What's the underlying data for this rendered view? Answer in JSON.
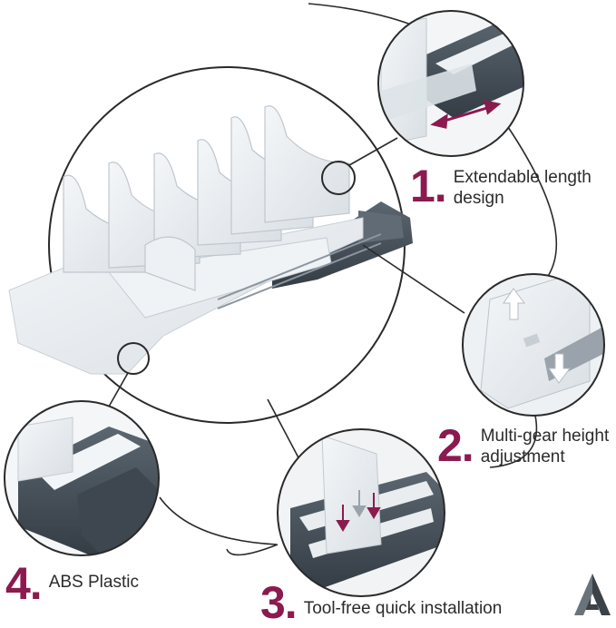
{
  "features": [
    {
      "number": "1.",
      "label": "Extendable length design"
    },
    {
      "number": "2.",
      "label": "Multi-gear height adjustment"
    },
    {
      "number": "3.",
      "label": "Tool-free quick installation"
    },
    {
      "number": "4.",
      "label": "ABS Plastic"
    }
  ],
  "colors": {
    "accent": "#8b1a4f",
    "text": "#2b2b2b",
    "frame": "#4a5560",
    "clear_plastic": "#e6ebef",
    "outline": "#333333"
  },
  "icons": {
    "logo": "triangle-a-logo",
    "arrows": [
      "double-arrow-icon",
      "up-arrow-icon",
      "down-arrow-icon"
    ]
  }
}
